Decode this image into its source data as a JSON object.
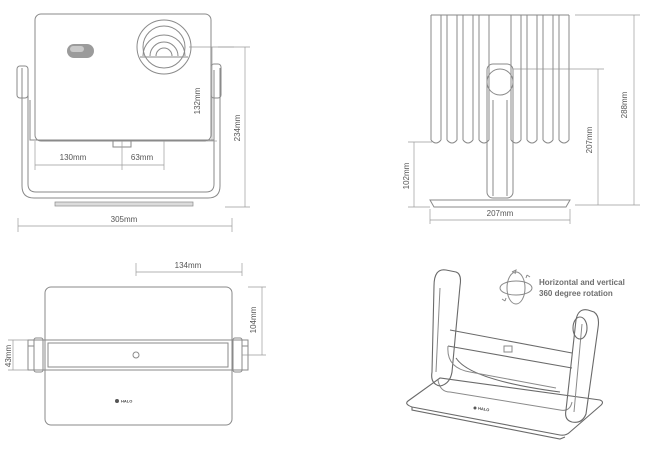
{
  "dimensions": {
    "front_total_width": "305mm",
    "front_total_height": "234mm",
    "front_lens_offset_v": "132mm",
    "front_left_segment": "130mm",
    "front_right_segment": "63mm",
    "side_total_height": "288mm",
    "side_body_height": "207mm",
    "side_base_height": "102mm",
    "side_base_width": "207mm",
    "top_lens_offset": "134mm",
    "top_depth": "104mm",
    "top_handle_width": "43mm"
  },
  "rotation_note": {
    "line1": "Horizontal and vertical",
    "line2": "360 degree rotation"
  },
  "brand": {
    "top_view": "HALO",
    "stand_view": "HALO"
  },
  "colors": {
    "line": "#8a8a8a",
    "body_fill": "#f4f4f4",
    "lens_fill": "#ececec",
    "plate_fill": "#dcdcdc"
  }
}
